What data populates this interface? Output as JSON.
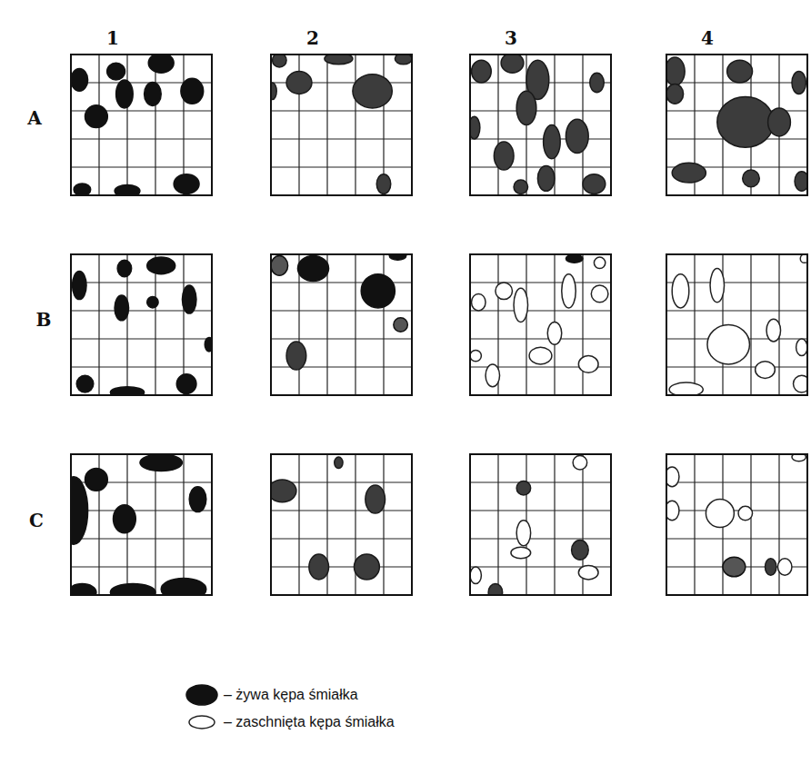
{
  "diagram": {
    "labels": [
      "1",
      "2",
      "3",
      "4",
      "A",
      "B",
      "C"
    ],
    "legend": [
      {
        "text": "– żywa kępa śmiałka"
      },
      {
        "text": "– zaschnięta kępa śmiałka"
      }
    ]
  }
}
